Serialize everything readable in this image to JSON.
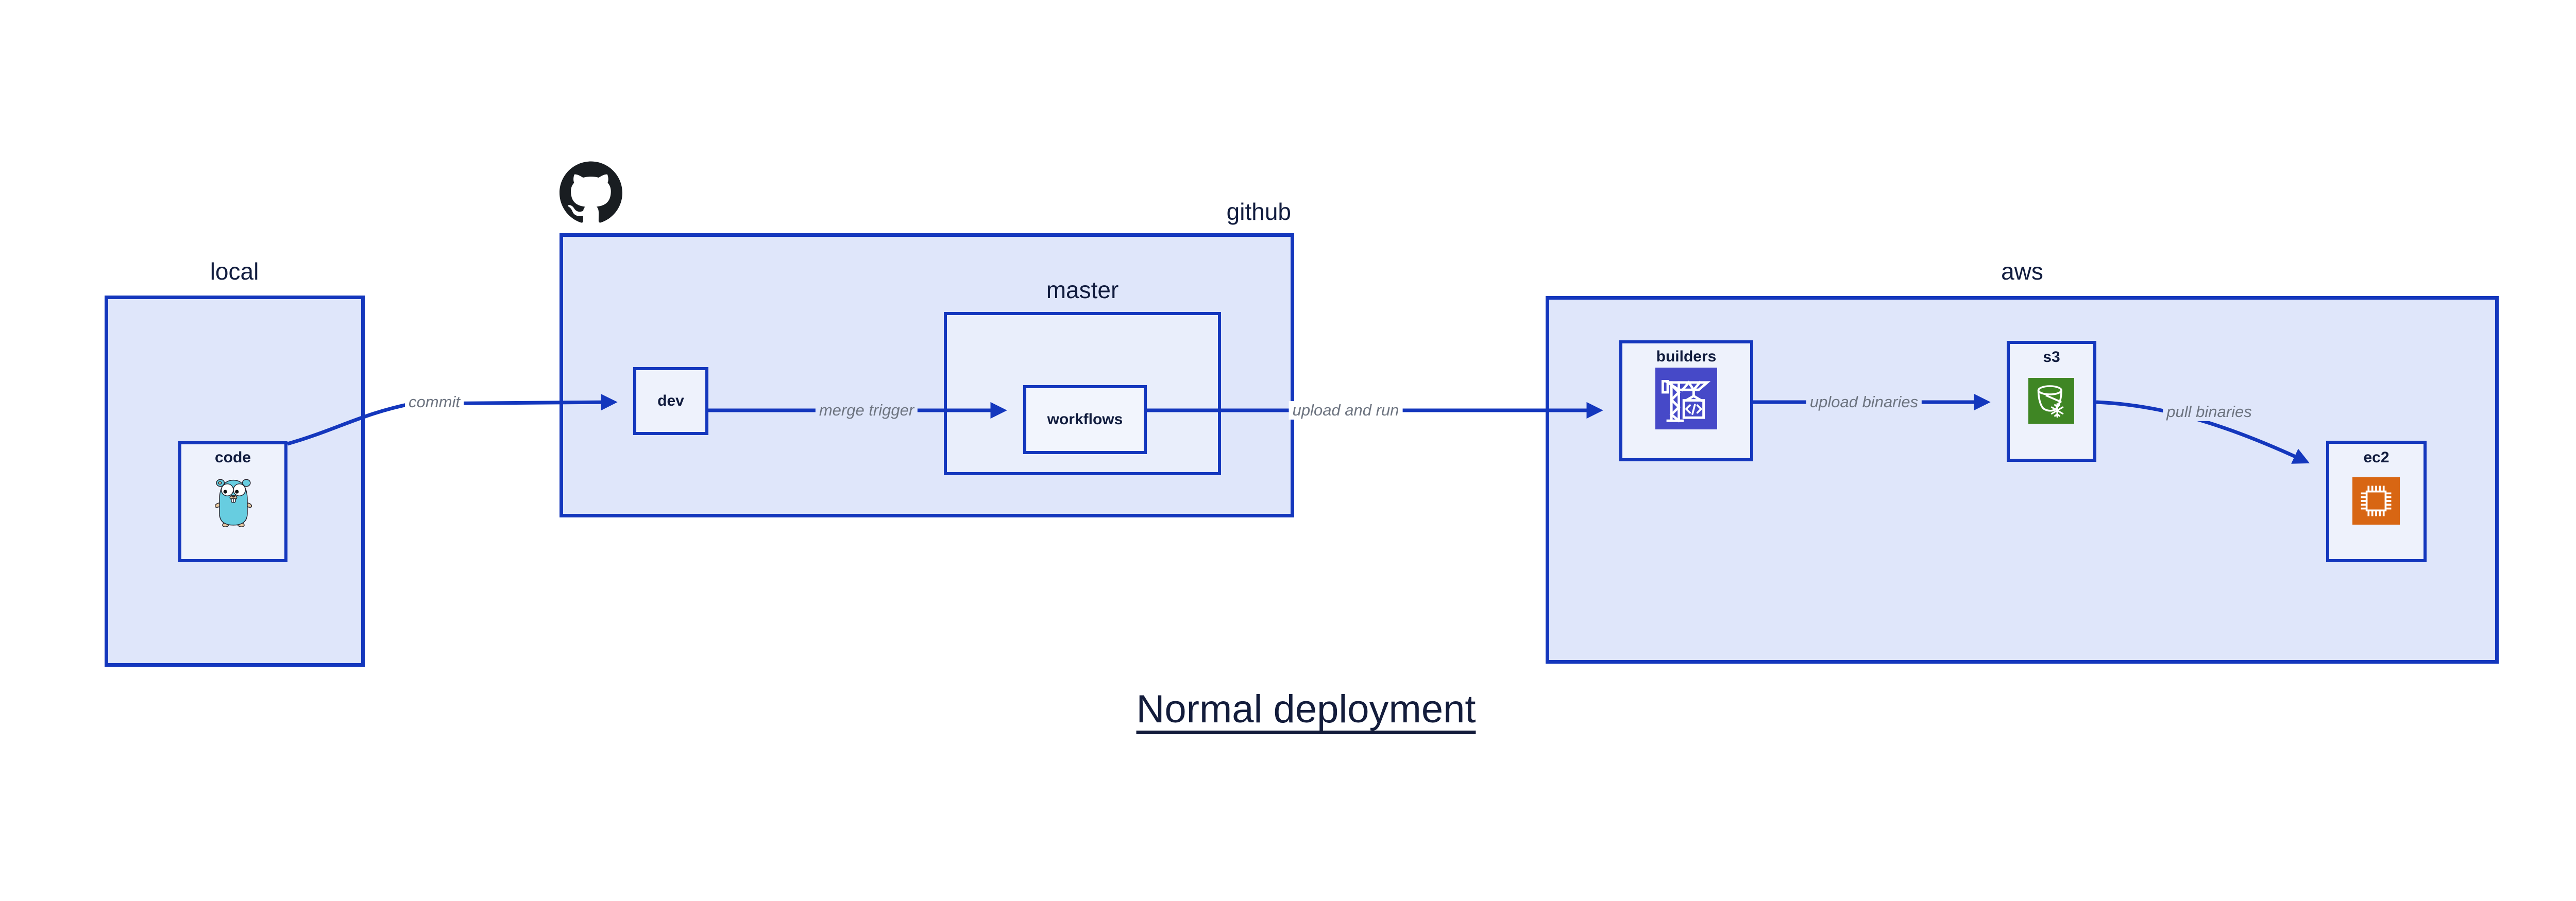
{
  "diagram": {
    "title": "Normal deployment",
    "containers": {
      "local": {
        "label": "local"
      },
      "github": {
        "label": "github"
      },
      "master": {
        "label": "master"
      },
      "aws": {
        "label": "aws"
      }
    },
    "nodes": {
      "code": {
        "label": "code"
      },
      "dev": {
        "label": "dev"
      },
      "workflows": {
        "label": "workflows"
      },
      "builders": {
        "label": "builders"
      },
      "s3": {
        "label": "s3"
      },
      "ec2": {
        "label": "ec2"
      }
    },
    "edges": [
      {
        "id": "commit",
        "label": "commit",
        "from": "code",
        "to": "dev"
      },
      {
        "id": "merge-trigger",
        "label": "merge trigger",
        "from": "dev",
        "to": "workflows"
      },
      {
        "id": "upload-and-run",
        "label": "upload and run",
        "from": "workflows",
        "to": "builders"
      },
      {
        "id": "upload-binaries",
        "label": "upload binaries",
        "from": "builders",
        "to": "s3"
      },
      {
        "id": "pull-binaries",
        "label": "pull binaries",
        "from": "s3",
        "to": "ec2"
      }
    ],
    "icons": {
      "github_logo": "github-octocat-logo",
      "code_node": "go-gopher-mascot",
      "builders_node": "codebuild-crane",
      "s3_node": "s3-glacier-bucket",
      "ec2_node": "ec2-chip"
    },
    "colors": {
      "border_blue": "#1437bd",
      "container_fill": "#dfe6fa",
      "master_fill": "#e9eefb",
      "node_fill": "#eef2fc",
      "workflows_fill": "#f2f5fd",
      "label_navy": "#111c3e",
      "edge_label_gray": "#6d7480",
      "codebuild_purple": "#4649c8",
      "s3_green": "#3f8624",
      "ec2_orange": "#d86613",
      "github_black": "#191d21",
      "gopher_teal": "#67cde0"
    }
  }
}
